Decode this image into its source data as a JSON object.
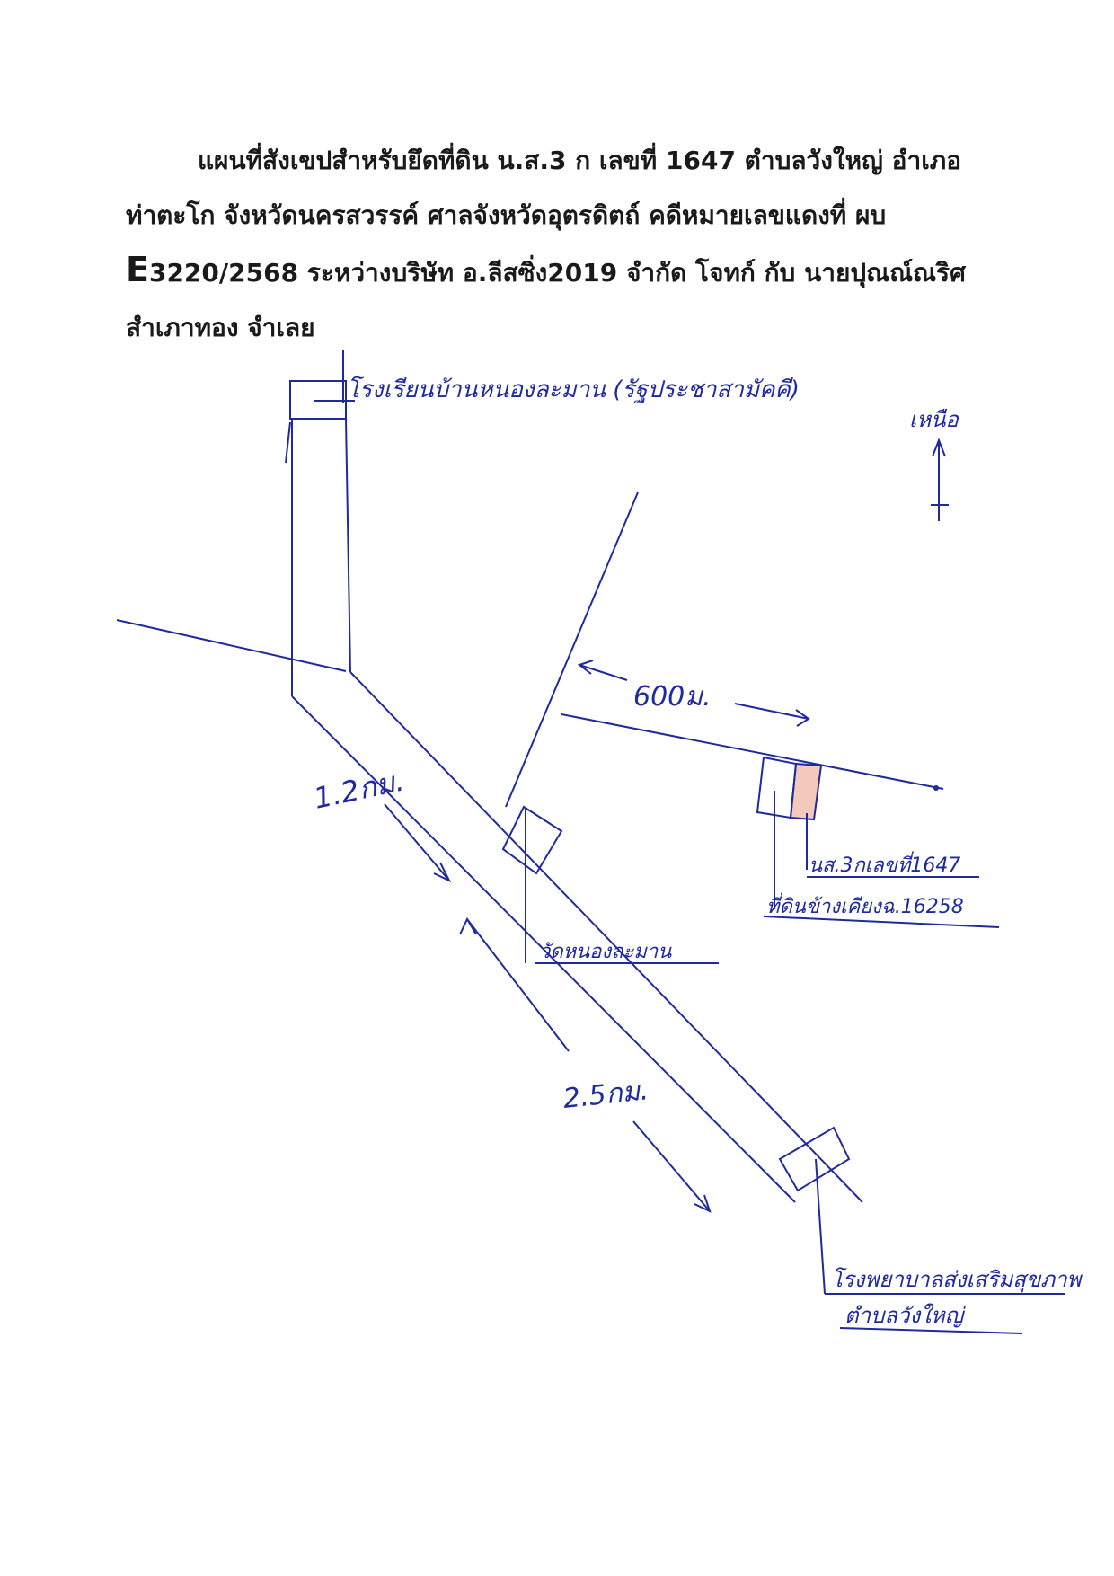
{
  "header": {
    "line1": "แผนที่สังเขปสำหรับยึดที่ดิน น.ส.3 ก เลขที่ 1647 ตำบลวังใหญ่ อำเภอ",
    "line2": "ท่าตะโก จังหวัดนครสวรรค์  ศาลจังหวัดอุตรดิตถ์ คดีหมายเลขแดงที่ ผบ",
    "line3_letter": "E",
    "line3_rest": "3220/2568 ระหว่างบริษัท อ.ลีสซิ่ง2019 จำกัด  โจทก์ กับ นายปุณณ์ณริศ",
    "line4": "สำเภาทอง จำเลย"
  },
  "map": {
    "school_label": "โรงเรียนบ้านหนองละมาน (รัฐประชาสามัคคี)",
    "north_label": "เหนือ",
    "distance_600": "600ม.",
    "distance_1_2": "1.2กม.",
    "distance_2_5": "2.5กม.",
    "parcel_label_1": "นส.3กเลขที่1647",
    "parcel_label_2": "ที่ดินข้างเคียงฉ.16258",
    "temple_label": "วัดหนองละมาน",
    "hospital_label_1": "โรงพยาบาลส่งเสริมสุขภาพ",
    "hospital_label_2": "ตำบลวังใหญ่",
    "ink_color": "#1f2a9e",
    "parcel_fill": "#f3c9bc"
  }
}
